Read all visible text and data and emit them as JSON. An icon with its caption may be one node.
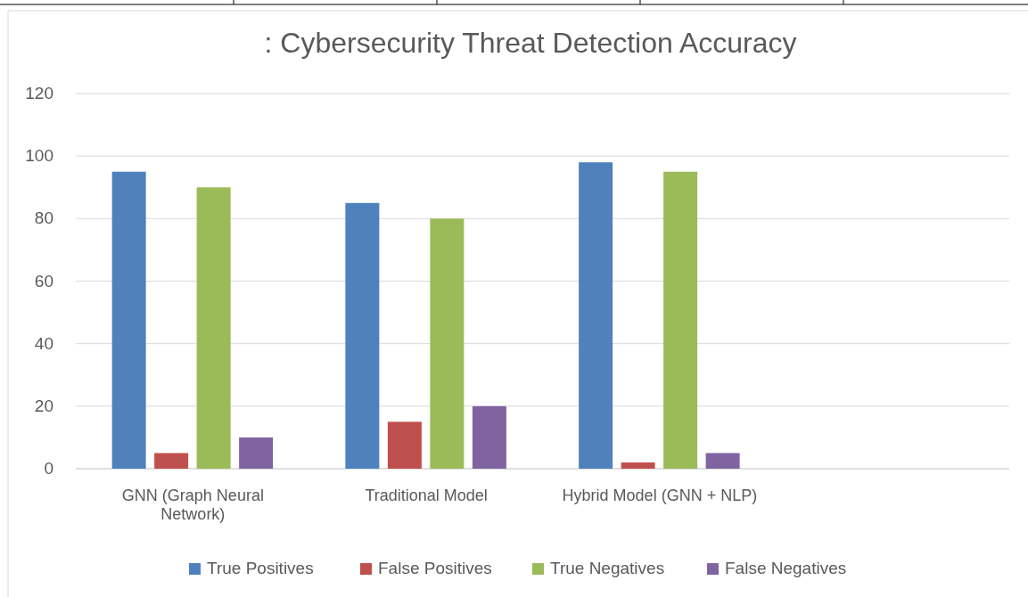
{
  "diagram": {
    "chart_data": {
      "type": "bar",
      "title": ": Cybersecurity Threat Detection Accuracy",
      "categories": [
        "GNN (Graph Neural Network)",
        "Traditional Model",
        "Hybrid Model (GNN + NLP)"
      ],
      "series": [
        {
          "name": "True Positives",
          "color": "#4f81bd",
          "values": [
            95,
            85,
            98
          ]
        },
        {
          "name": "False Positives",
          "color": "#c0504d",
          "values": [
            5,
            15,
            2
          ]
        },
        {
          "name": "True Negatives",
          "color": "#9bbb59",
          "values": [
            90,
            80,
            95
          ]
        },
        {
          "name": "False Negatives",
          "color": "#8064a2",
          "values": [
            10,
            20,
            5
          ]
        }
      ],
      "ylim": [
        0,
        120
      ],
      "grid": true,
      "legend": "bottom",
      "yticks": [
        0,
        20,
        40,
        60,
        80,
        100,
        120
      ]
    }
  }
}
